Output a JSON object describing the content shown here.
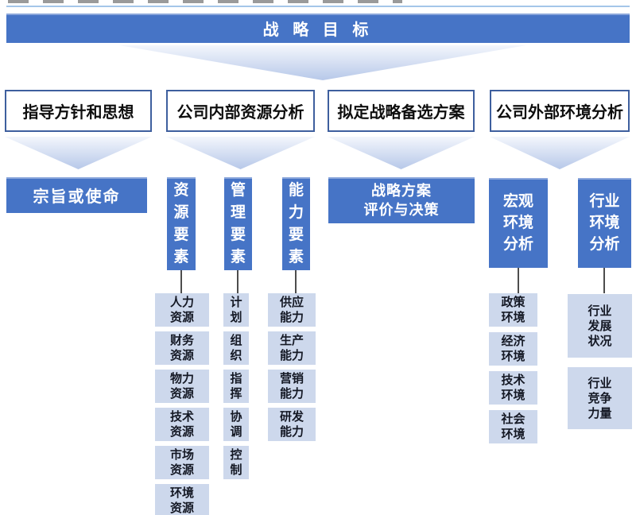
{
  "colors": {
    "primary_blue": "#4674c6",
    "white_box_border": "#3e5f9e",
    "light_item_bg": "#cdd8ec",
    "item_text": "#141824",
    "arrow_gradient_top": "#f3f6fc",
    "arrow_gradient_bottom": "#b7c8e9",
    "connector_line": "#4d4d4d"
  },
  "banner": {
    "label": "战 略 目 标"
  },
  "row2_boxes": [
    {
      "label": "指导方针和思想"
    },
    {
      "label": "公司内部资源分析"
    },
    {
      "label": "拟定战略备选方案"
    },
    {
      "label": "公司外部环境分析"
    }
  ],
  "row3_boxes": {
    "mission": {
      "label": "宗旨或使命"
    },
    "resource_factor": {
      "label": "资\n源\n要\n素"
    },
    "management_factor": {
      "label": "管\n理\n要\n素"
    },
    "capability_factor": {
      "label": "能\n力\n要\n素"
    },
    "evaluation": {
      "label": "战略方案\n评价与决策"
    },
    "macro_env": {
      "label": "宏观\n环境\n分析"
    },
    "industry_env": {
      "label": "行业\n环境\n分析"
    }
  },
  "columns": {
    "resource": [
      "人力\n资源",
      "财务\n资源",
      "物力\n资源",
      "技术\n资源",
      "市场\n资源",
      "环境\n资源"
    ],
    "management": [
      "计\n划",
      "组\n织",
      "指\n挥",
      "协\n调",
      "控\n制"
    ],
    "capability": [
      "供应\n能力",
      "生产\n能力",
      "营销\n能力",
      "研发\n能力"
    ],
    "macro": [
      "政策\n环境",
      "经济\n环境",
      "技术\n环境",
      "社会\n环境"
    ],
    "industry": [
      "行业\n发展\n状况",
      "行业\n竞争\n力量"
    ]
  }
}
